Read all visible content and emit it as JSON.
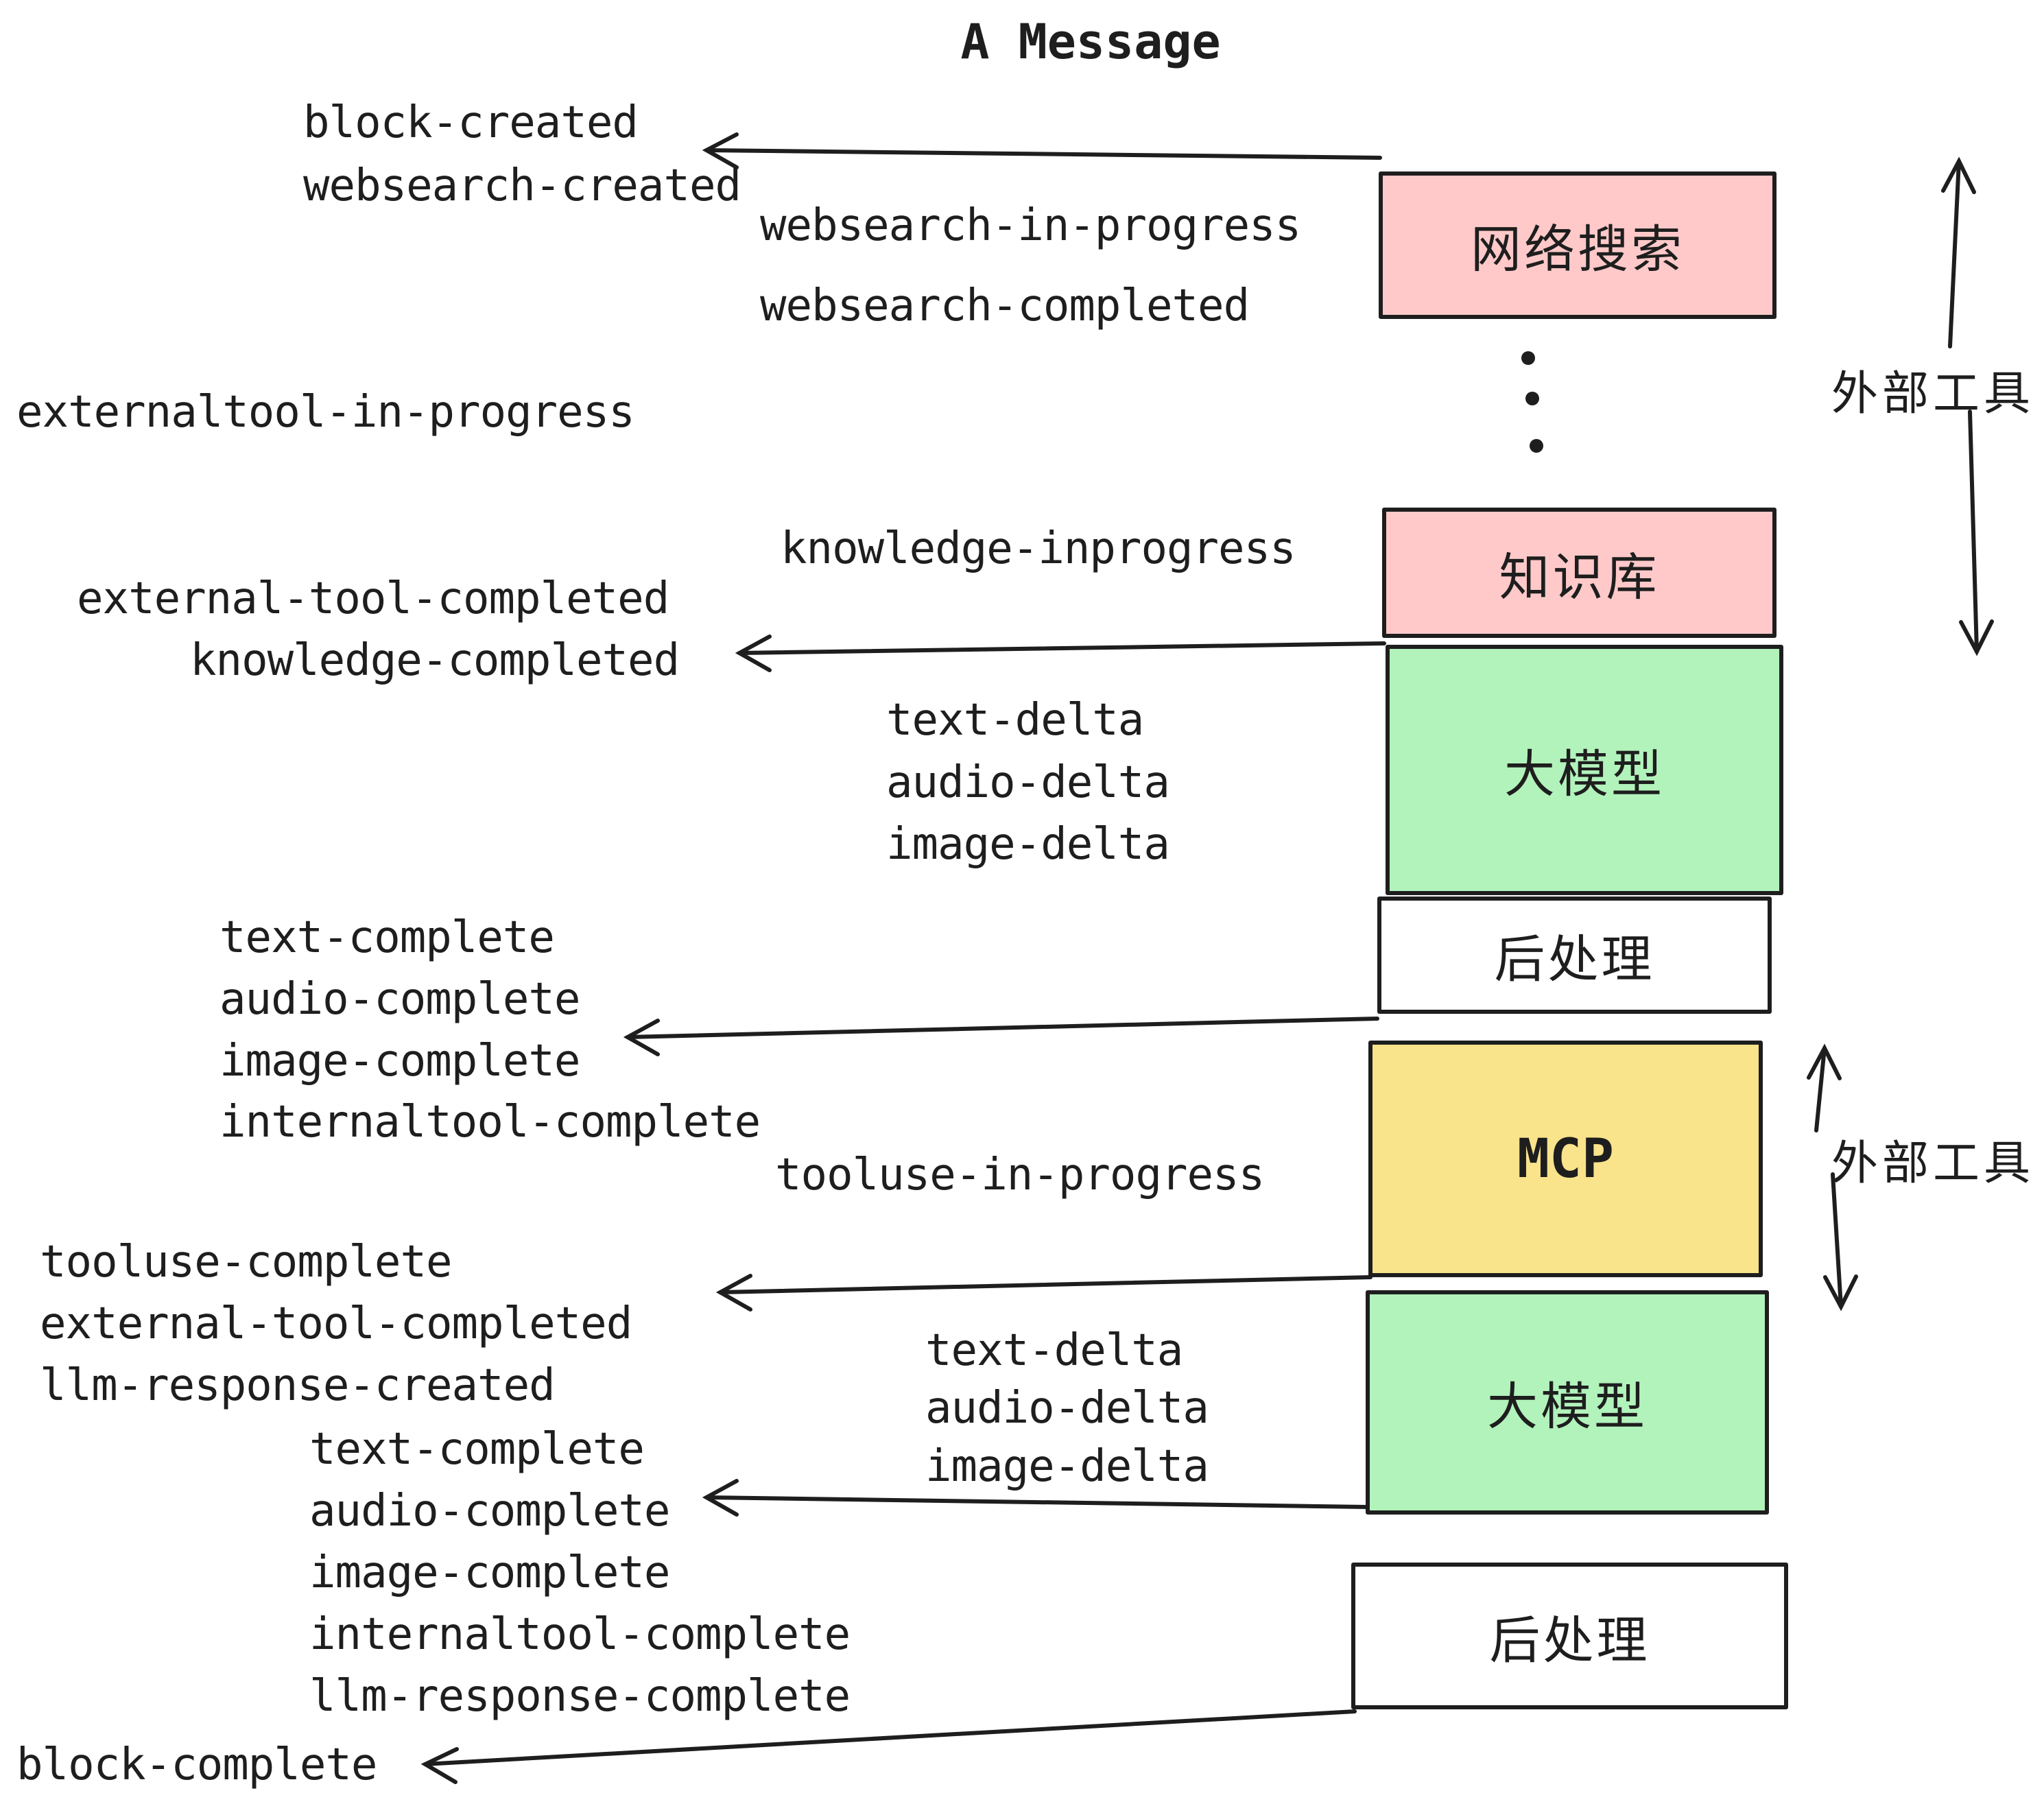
{
  "title": "A Message",
  "colors": {
    "ink": "#1e1e1e",
    "pink": "#FFC9C9",
    "green": "#B2F2BB",
    "yellow": "#F9E38B",
    "white": "#FFFFFF"
  },
  "boxes": [
    {
      "id": "websearch",
      "label": "网络搜索",
      "color": "#FFC9C9"
    },
    {
      "id": "knowledge",
      "label": "知识库",
      "color": "#FFC9C9"
    },
    {
      "id": "llm-1",
      "label": "大模型",
      "color": "#B2F2BB"
    },
    {
      "id": "post-1",
      "label": "后处理",
      "color": "#FFFFFF"
    },
    {
      "id": "mcp",
      "label": "MCP",
      "color": "#F9E38B"
    },
    {
      "id": "llm-2",
      "label": "大模型",
      "color": "#B2F2BB"
    },
    {
      "id": "post-2",
      "label": "后处理",
      "color": "#FFFFFF"
    }
  ],
  "annotations": {
    "external_tool_top": "外部工具",
    "external_tool_bottom": "外部工具"
  },
  "labels": [
    {
      "name": "block-created",
      "text": "block-created"
    },
    {
      "name": "websearch-created",
      "text": "websearch-created"
    },
    {
      "name": "websearch-in-progress",
      "text": "websearch-in-progress"
    },
    {
      "name": "websearch-completed",
      "text": "websearch-completed"
    },
    {
      "name": "externaltool-in-progress",
      "text": "externaltool-in-progress"
    },
    {
      "name": "knowledge-inprogress",
      "text": "knowledge-inprogress"
    },
    {
      "name": "external-tool-completed",
      "text": "external-tool-completed"
    },
    {
      "name": "knowledge-completed",
      "text": "knowledge-completed"
    },
    {
      "name": "text-delta-1",
      "text": "text-delta"
    },
    {
      "name": "audio-delta-1",
      "text": "audio-delta"
    },
    {
      "name": "image-delta-1",
      "text": "image-delta"
    },
    {
      "name": "text-complete-1",
      "text": "text-complete"
    },
    {
      "name": "audio-complete-1",
      "text": "audio-complete"
    },
    {
      "name": "image-complete-1",
      "text": "image-complete"
    },
    {
      "name": "internaltool-complete-1",
      "text": "internaltool-complete"
    },
    {
      "name": "tooluse-in-progress",
      "text": "tooluse-in-progress"
    },
    {
      "name": "tooluse-complete",
      "text": "tooluse-complete"
    },
    {
      "name": "external-tool-completed-2",
      "text": "external-tool-completed"
    },
    {
      "name": "llm-response-created",
      "text": "llm-response-created"
    },
    {
      "name": "text-delta-2",
      "text": "text-delta"
    },
    {
      "name": "audio-delta-2",
      "text": "audio-delta"
    },
    {
      "name": "image-delta-2",
      "text": "image-delta"
    },
    {
      "name": "text-complete-2",
      "text": "text-complete"
    },
    {
      "name": "audio-complete-2",
      "text": "audio-complete"
    },
    {
      "name": "image-complete-2",
      "text": "image-complete"
    },
    {
      "name": "internaltool-complete-2",
      "text": "internaltool-complete"
    },
    {
      "name": "llm-response-complete",
      "text": "llm-response-complete"
    },
    {
      "name": "block-complete",
      "text": "block-complete"
    }
  ]
}
